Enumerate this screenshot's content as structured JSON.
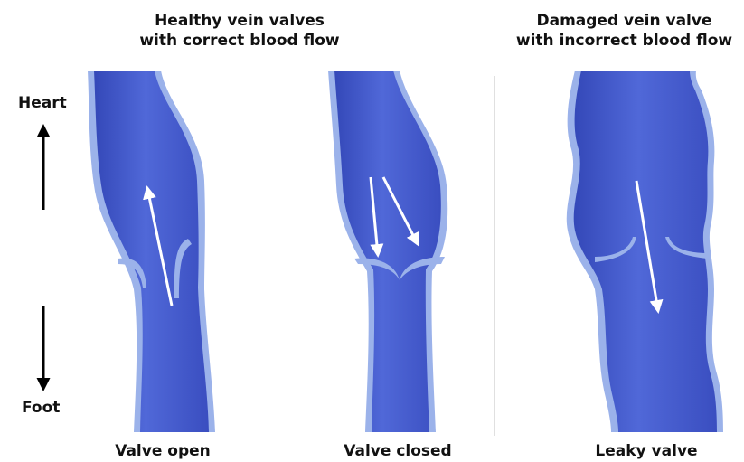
{
  "headings": {
    "healthy_line1": "Healthy vein valves",
    "healthy_line2": "with correct blood flow",
    "damaged_line1": "Damaged vein valve",
    "damaged_line2": "with incorrect blood flow"
  },
  "direction": {
    "up_label": "Heart",
    "down_label": "Foot"
  },
  "captions": {
    "valve_open": "Valve open",
    "valve_closed": "Valve closed",
    "leaky_valve": "Leaky valve"
  },
  "colors": {
    "vein_fill": "#4a5fd0",
    "vein_dark": "#3448b8",
    "vein_wall": "#9bb2ea",
    "flow_arrow": "#ffffff",
    "divider": "#d6d6d6"
  }
}
